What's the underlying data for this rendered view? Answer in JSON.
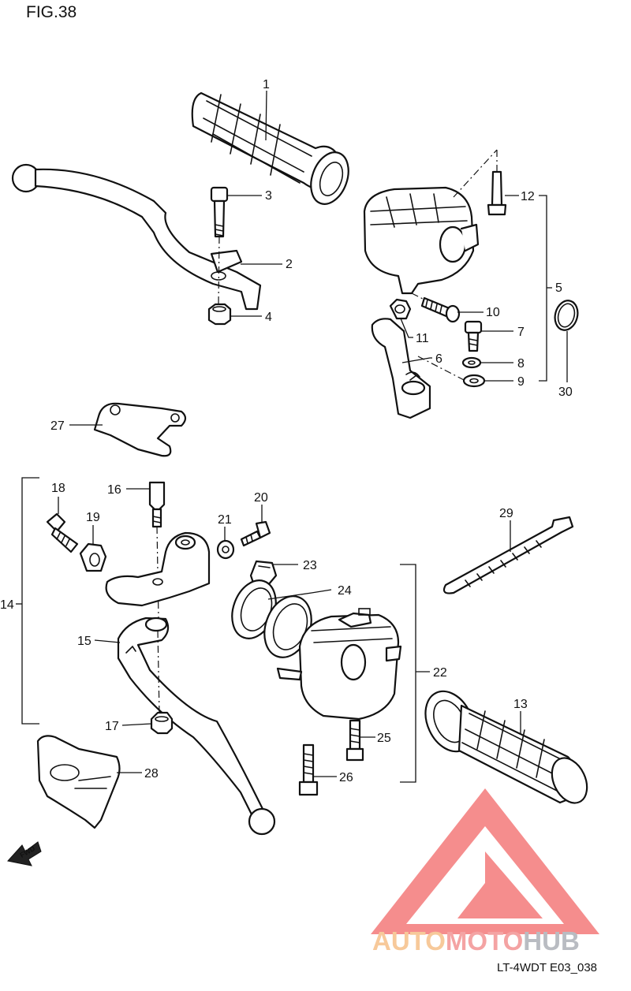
{
  "figure": {
    "title": "FIG.38",
    "code": "LT-4WDT E03_038"
  },
  "parts": [
    {
      "num": "1",
      "label": "1"
    },
    {
      "num": "2",
      "label": "2"
    },
    {
      "num": "3",
      "label": "3"
    },
    {
      "num": "4",
      "label": "4"
    },
    {
      "num": "5",
      "label": "5"
    },
    {
      "num": "6",
      "label": "6"
    },
    {
      "num": "7",
      "label": "7"
    },
    {
      "num": "8",
      "label": "8"
    },
    {
      "num": "9",
      "label": "9"
    },
    {
      "num": "10",
      "label": "10"
    },
    {
      "num": "11",
      "label": "11"
    },
    {
      "num": "12",
      "label": "12"
    },
    {
      "num": "13",
      "label": "13"
    },
    {
      "num": "14",
      "label": "14"
    },
    {
      "num": "15",
      "label": "15"
    },
    {
      "num": "16",
      "label": "16"
    },
    {
      "num": "17",
      "label": "17"
    },
    {
      "num": "18",
      "label": "18"
    },
    {
      "num": "19",
      "label": "19"
    },
    {
      "num": "20",
      "label": "20"
    },
    {
      "num": "21",
      "label": "21"
    },
    {
      "num": "22",
      "label": "22"
    },
    {
      "num": "23",
      "label": "23"
    },
    {
      "num": "24",
      "label": "24"
    },
    {
      "num": "25",
      "label": "25"
    },
    {
      "num": "26",
      "label": "26"
    },
    {
      "num": "27",
      "label": "27"
    },
    {
      "num": "28",
      "label": "28"
    },
    {
      "num": "29",
      "label": "29"
    },
    {
      "num": "30",
      "label": "30"
    }
  ],
  "direction_marker": {
    "label": "FWD",
    "icon": "fwd-arrow-icon"
  },
  "watermark": {
    "parts": [
      "AUTO",
      "MOTO",
      "HUB"
    ],
    "colors": {
      "auto": "#f7c99a",
      "moto": "#f4a3a3",
      "hub": "#b9bcc2",
      "logo": "#f26b6b"
    }
  }
}
